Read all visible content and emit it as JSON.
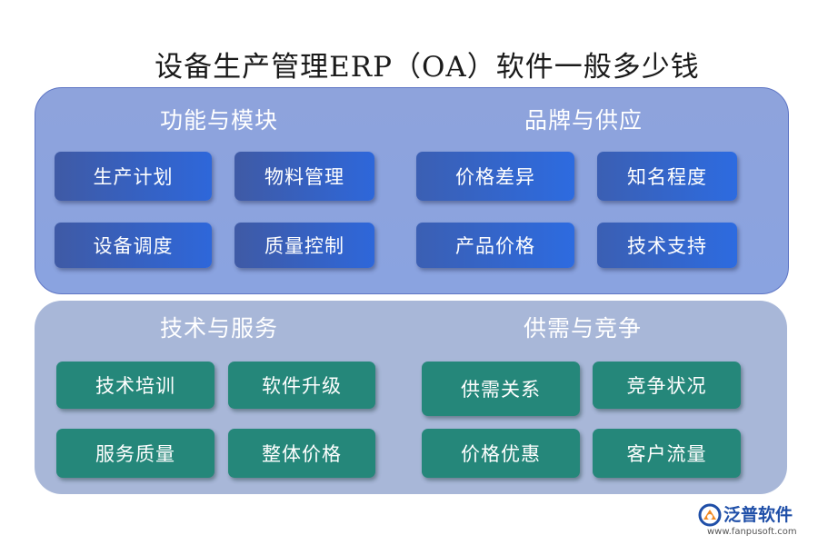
{
  "title": "设备生产管理ERP（OA）软件一般多少钱",
  "top_panel": {
    "left": {
      "title": "功能与模块",
      "items": [
        "生产计划",
        "物料管理",
        "设备调度",
        "质量控制"
      ]
    },
    "right": {
      "title": "品牌与供应",
      "items": [
        "价格差异",
        "知名程度",
        "产品价格",
        "技术支持"
      ]
    }
  },
  "bottom_panel": {
    "left": {
      "title": "技术与服务",
      "items": [
        "技术培训",
        "软件升级",
        "服务质量",
        "整体价格"
      ]
    },
    "right": {
      "title": "供需与竞争",
      "items": [
        "供需关系",
        "竞争状况",
        "价格优惠",
        "客户流量"
      ]
    }
  },
  "logo": {
    "name": "泛普软件",
    "url": "www.fanpusoft.com"
  },
  "colors": {
    "top_panel": "#8ea3dc",
    "bottom_panel": "#a8b7d8",
    "blue_box": "#2e67da",
    "green_box": "#25877a"
  }
}
